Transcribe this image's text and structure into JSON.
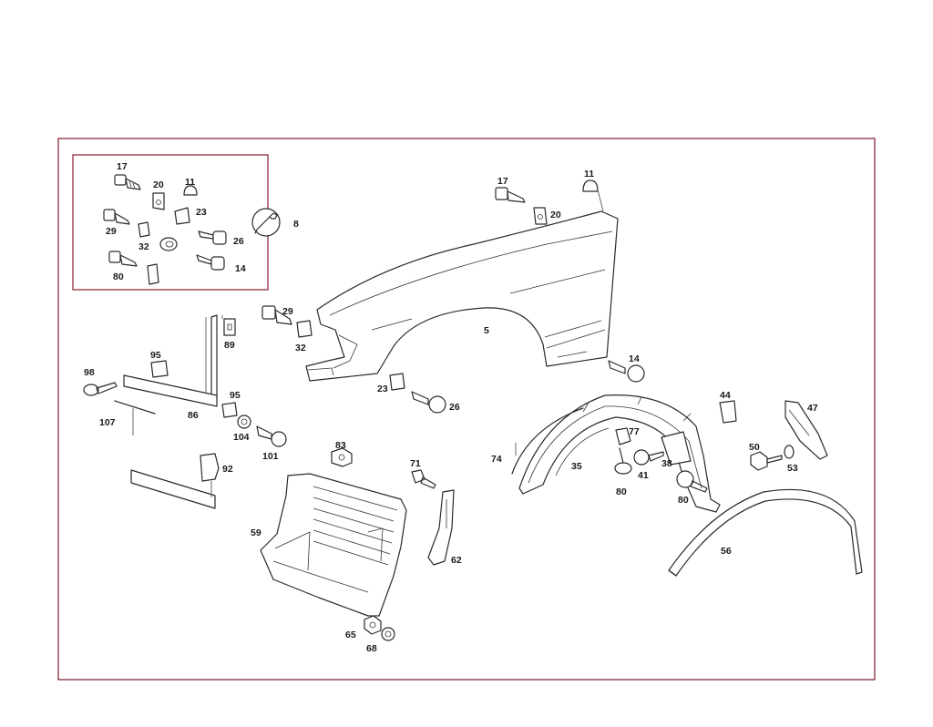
{
  "diagram": {
    "colors": {
      "frame": "#7a1a2a",
      "line": "#2a2a2a",
      "background": "#ffffff"
    },
    "kit_box": {
      "callouts": [
        "17",
        "20",
        "11",
        "29",
        "23",
        "32",
        "26",
        "80",
        "14"
      ],
      "kit_callout": "8",
      "kit_icon": "wrench-icon"
    },
    "callouts": [
      "17",
      "11",
      "20",
      "29",
      "32",
      "5",
      "89",
      "95",
      "98",
      "86",
      "107",
      "95",
      "104",
      "101",
      "14",
      "23",
      "26",
      "92",
      "83",
      "59",
      "71",
      "62",
      "65",
      "68",
      "74",
      "35",
      "77",
      "41",
      "38",
      "80",
      "80",
      "44",
      "47",
      "50",
      "53",
      "56"
    ]
  }
}
